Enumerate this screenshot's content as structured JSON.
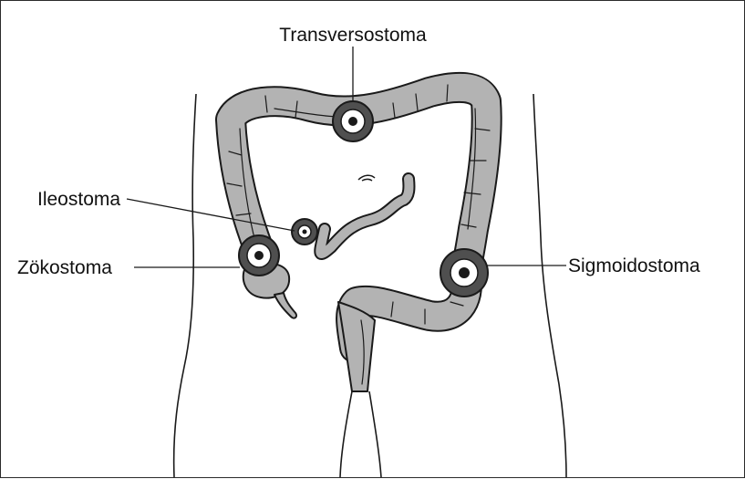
{
  "labels": {
    "transversostoma": "Transversostoma",
    "ileostoma": "Ileostoma",
    "zoekostoma": "Zökostoma",
    "sigmoidostoma": "Sigmoidostoma"
  },
  "colors": {
    "bowel_fill": "#b3b3b3",
    "stoma_ring": "#4f4f4f",
    "outline": "#1a1a1a"
  }
}
